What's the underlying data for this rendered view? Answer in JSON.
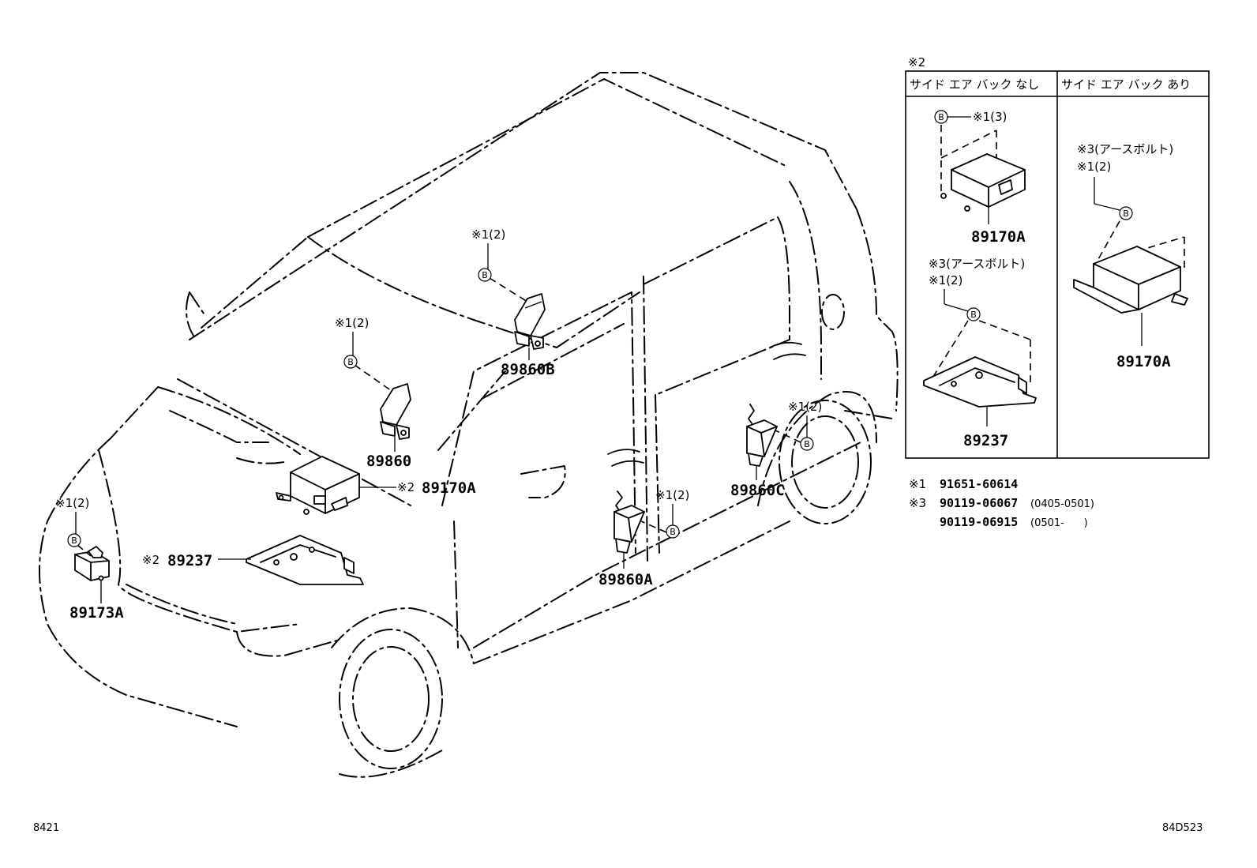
{
  "labels": {
    "p89860b": "89860B",
    "p89860": "89860",
    "p89170a_main": "89170A",
    "p89237_main": "89237",
    "p89173a": "89173A",
    "p89860c": "89860C",
    "p89860a": "89860A",
    "ref_89860b": "※1(2)",
    "ref_89860": "※1(2)",
    "ref_89173a": "※1(2)",
    "ref_89860c": "※1(2)",
    "ref_89860a": "※1(2)",
    "mark_89170a": "※2",
    "mark_89237": "※2"
  },
  "bolt_letter": "B",
  "inset": {
    "mark": "※2",
    "col_left_header": "サイド エア バック なし",
    "col_right_header": "サイド エア バック あり",
    "left_top_ref": "※1(3)",
    "left_top_part": "89170A",
    "left_bottom_ref1": "※3(アースボルト)",
    "left_bottom_ref2": "※1(2)",
    "left_bottom_part": "89237",
    "right_ref1": "※3(アースボルト)",
    "right_ref2": "※1(2)",
    "right_part": "89170A"
  },
  "notes": [
    {
      "mark": "※1",
      "pn": "91651-60614",
      "range": ""
    },
    {
      "mark": "※3",
      "pn": "90119-06067",
      "range": "(0405-0501)"
    },
    {
      "mark": "",
      "pn": "90119-06915",
      "range": "(0501-      )"
    }
  ],
  "footer": {
    "left_code": "8421",
    "right_code": "84D523"
  }
}
